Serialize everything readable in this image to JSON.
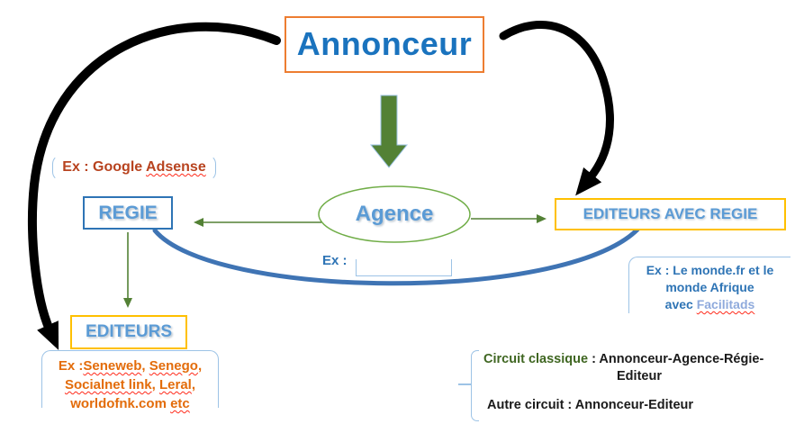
{
  "nodes": {
    "annonceur": "Annonceur",
    "agence": "Agence",
    "regie": "REGIE",
    "editeurs_avec_regie": "EDITEURS AVEC REGIE",
    "editeurs": "EDITEURS"
  },
  "examples": {
    "regie": {
      "prefix": "Ex : Google ",
      "wavy_word": "Adsense"
    },
    "mid": {
      "label": "Ex :",
      "box_value": ""
    },
    "editeurs_avec_regie": {
      "line1": "Ex : Le monde.fr et le",
      "line2": "monde Afrique",
      "line3_prefix": "avec ",
      "line3_wavy": "Facilitads"
    },
    "editeurs": {
      "line1": [
        {
          "t": "Ex :",
          "wavy": false
        },
        {
          "t": "Seneweb",
          "wavy": true
        },
        {
          "t": ", ",
          "wavy": false
        },
        {
          "t": "Senego",
          "wavy": true
        },
        {
          "t": ",",
          "wavy": false
        }
      ],
      "line2": [
        {
          "t": "Socialnet link",
          "wavy": true
        },
        {
          "t": ", ",
          "wavy": false
        },
        {
          "t": "Leral",
          "wavy": true
        },
        {
          "t": ",",
          "wavy": false
        }
      ],
      "line3": [
        {
          "t": "worldofnk.com ",
          "wavy": false
        },
        {
          "t": "etc",
          "wavy": true
        }
      ]
    }
  },
  "legend": {
    "line1_highlight": "Circuit classique",
    "line1_rest": " : Annonceur-Agence-Régie-",
    "line1_cont": "Editeur",
    "line2": "Autre circuit : Annonceur-Editeur"
  },
  "colors": {
    "annonceur_border": "#ED7D31",
    "annonceur_text": "#1A73BE",
    "node_text_blue": "#5B9BD5",
    "regie_border": "#2E74B5",
    "gold_border": "#FFC000",
    "ellipse_green": "#70AD47",
    "arrow_green": "#538135",
    "legend_green": "#3F6621",
    "blue_arc": "#3F74B4",
    "black_arrow": "#000000",
    "adsense_text": "#B8431F",
    "seneweb_text": "#E36C0A",
    "bracket_blue": "#9DC3E6",
    "facilitads_text": "#8FAADC",
    "wavy_underline": "#FF2A1A"
  }
}
